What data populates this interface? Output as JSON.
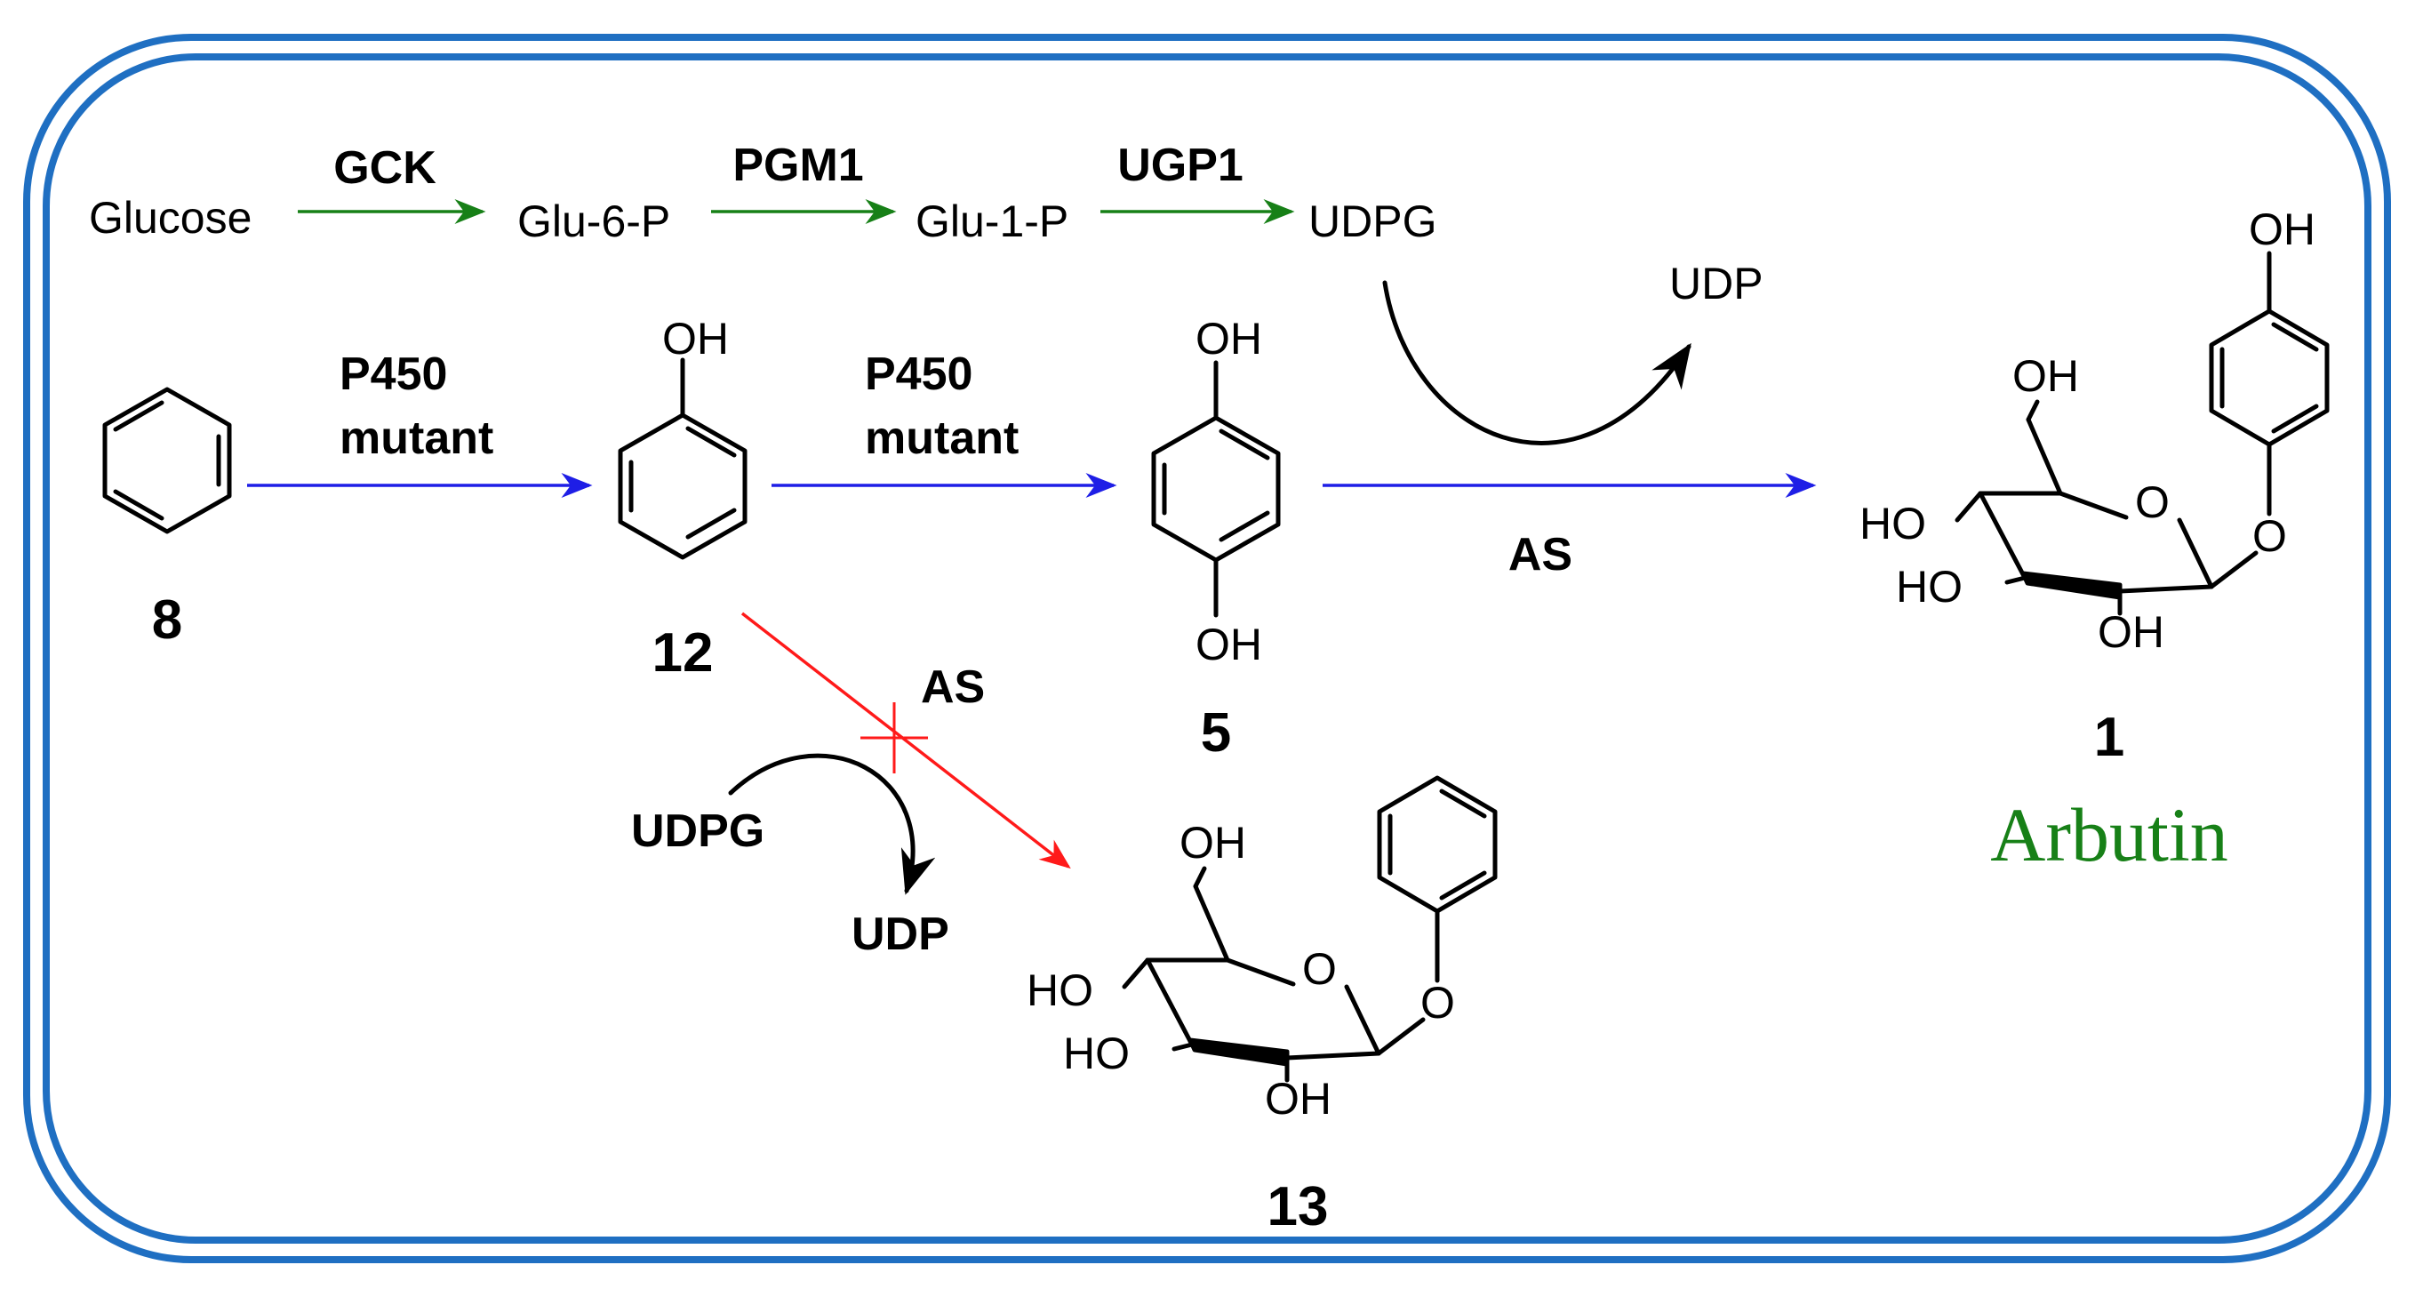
{
  "pathway": {
    "glucose": "Glucose",
    "glu6p": "Glu-6-P",
    "glu1p": "Glu-1-P",
    "udpg": "UDPG",
    "udp": "UDP",
    "enzyme_gck": "GCK",
    "enzyme_pgm1": "PGM1",
    "enzyme_ugp1": "UGP1"
  },
  "main": {
    "p450_line1": "P450",
    "p450_line2": "mutant",
    "as": "AS"
  },
  "compounds": {
    "c8": "8",
    "c12": "12",
    "c5": "5",
    "c1": "1",
    "c13": "13",
    "arbutin": "Arbutin"
  },
  "side": {
    "as": "AS",
    "udpg": "UDPG",
    "udp": "UDP"
  },
  "atoms": {
    "oh": "OH",
    "ho": "HO",
    "o": "O"
  },
  "colors": {
    "frame": "#1f6fc2",
    "green": "#178017",
    "blue": "#1e1ee6",
    "red": "#ff1a1a"
  }
}
